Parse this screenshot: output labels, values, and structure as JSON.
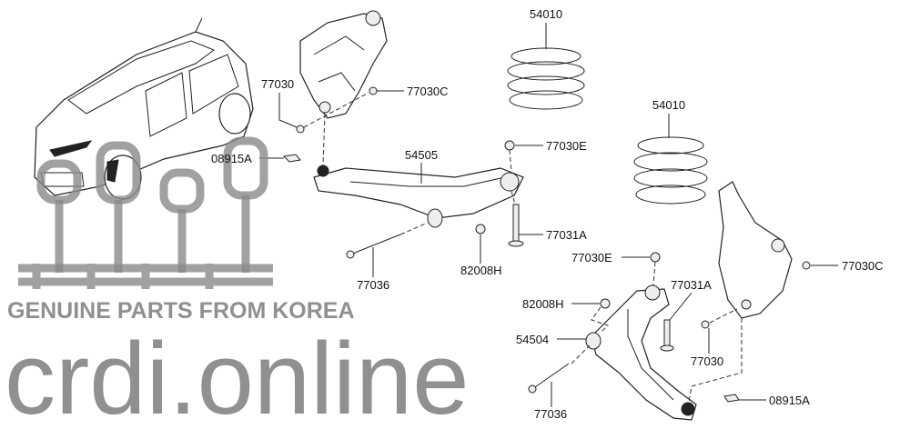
{
  "diagram": {
    "labels": {
      "spring_upper": "54010",
      "spring_lower": "54010",
      "bolt_rear": "77030",
      "nut_rear": "77030C",
      "clip_rear": "08915A",
      "arm_rear": "54505",
      "nut_e_rear": "77030E",
      "bolt_a_rear": "77031A",
      "nut_h_rear": "82008H",
      "bolt_long_rear": "77036",
      "nut_e_front": "77030E",
      "bolt_a_front": "77031A",
      "nut_front": "77030C",
      "nut_h_front": "82008H",
      "arm_front": "54504",
      "bolt_front": "77030",
      "bolt_long_front": "77036",
      "clip_front": "08915A"
    },
    "watermark": {
      "brand": "crdi.online",
      "tagline": "GENUINE PARTS FROM KOREA"
    }
  }
}
